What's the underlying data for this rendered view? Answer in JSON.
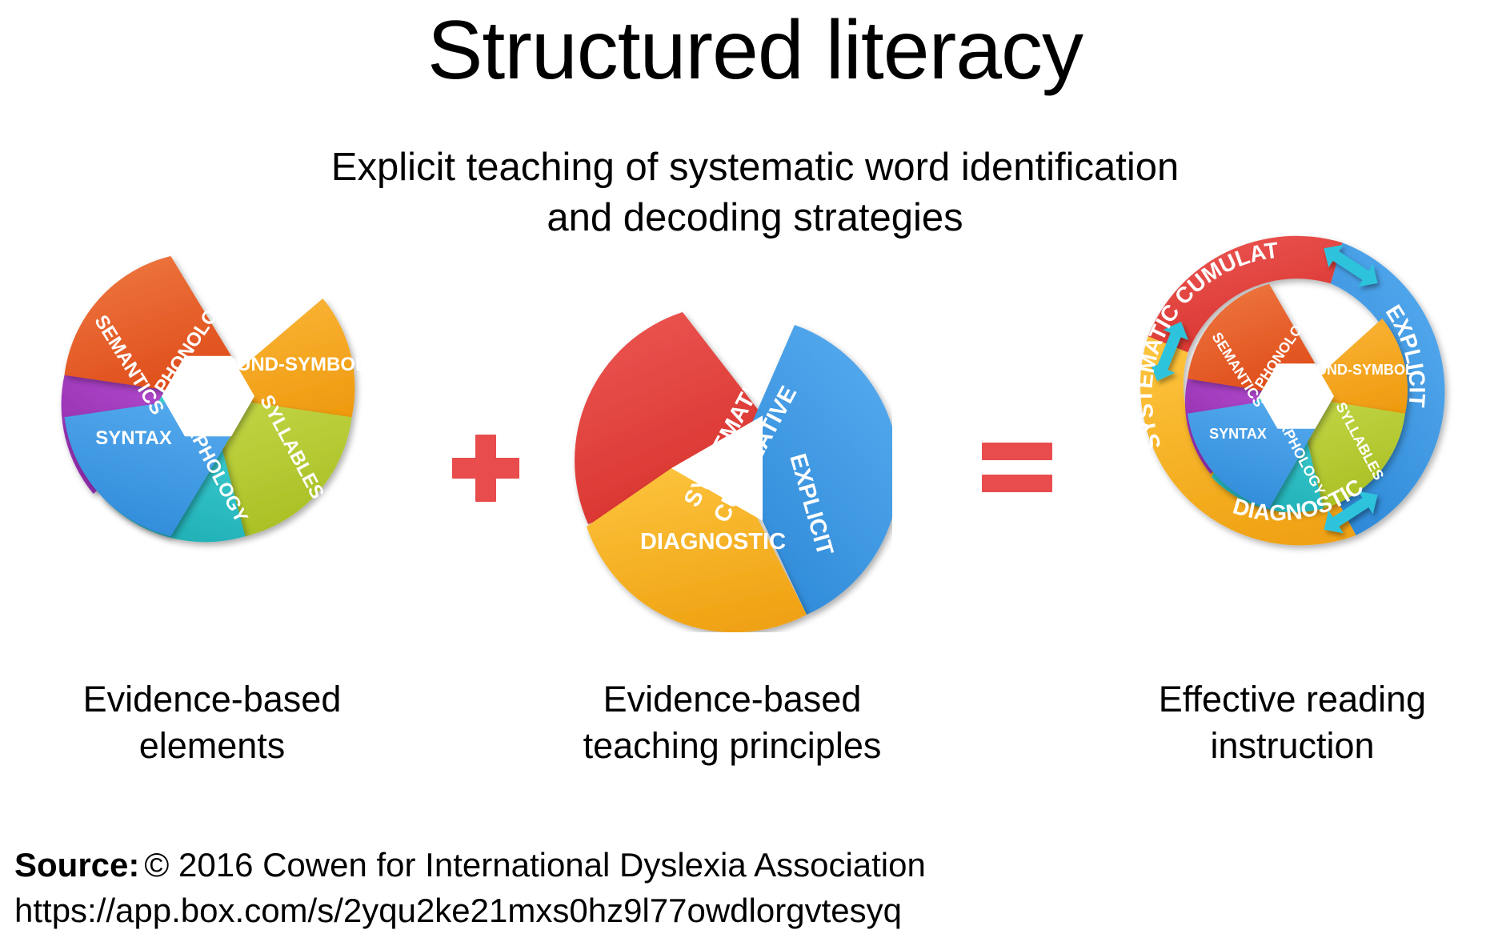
{
  "header": {
    "title": "Structured literacy",
    "subtitle_line1": "Explicit teaching of systematic word identification",
    "subtitle_line2": "and decoding strategies"
  },
  "operators": {
    "plus": "+",
    "equals": "=",
    "color": "#e84c4c"
  },
  "figures": [
    {
      "id": "evidence-based-elements",
      "caption_line1": "Evidence-based",
      "caption_line2": "elements",
      "type": "pinwheel-6",
      "segments": [
        {
          "label": "PHONOLOGY",
          "color": "#e8602c",
          "color_dark": "#d4481c"
        },
        {
          "label": "SOUND-SYMBOL",
          "color": "#f5a623",
          "color_dark": "#e08a0c"
        },
        {
          "label": "SYLLABLES",
          "color": "#b5ca36",
          "color_dark": "#9db021"
        },
        {
          "label": "MORPHOLOGY",
          "color": "#2cbfc4",
          "color_dark": "#1aa5ab"
        },
        {
          "label": "SYNTAX",
          "color": "#3d9ae8",
          "color_dark": "#2480d0"
        },
        {
          "label": "SEMANTICS",
          "color": "#a13bbe",
          "color_dark": "#8a2aa5"
        }
      ]
    },
    {
      "id": "evidence-based-teaching-principles",
      "caption_line1": "Evidence-based",
      "caption_line2": "teaching principles",
      "type": "pinwheel-3",
      "segments": [
        {
          "label": "SYSTEMATIC & CUMULATIVE",
          "label_line1": "SYSTEMATIC &",
          "label_line2": "CUMULATIVE",
          "color": "#e3443f",
          "color_dark": "#cc2f2a"
        },
        {
          "label": "EXPLICIT",
          "color": "#3d9ae8",
          "color_dark": "#2480d0"
        },
        {
          "label": "DIAGNOSTIC",
          "color": "#f9b227",
          "color_dark": "#e59a0d"
        }
      ]
    },
    {
      "id": "effective-reading-instruction",
      "caption_line1": "Effective reading",
      "caption_line2": "instruction",
      "type": "ring-plus-pinwheel",
      "ring_segments": [
        {
          "label": "SYSTEMATIC  CUMULATIVE",
          "color": "#e3443f",
          "color_dark": "#cc2f2a"
        },
        {
          "label": "EXPLICIT",
          "color": "#3d9ae8",
          "color_dark": "#2480d0"
        },
        {
          "label": "DIAGNOSTIC",
          "color": "#f9b227",
          "color_dark": "#e59a0d"
        }
      ],
      "inner_segments": [
        {
          "label": "PHONOLOGY",
          "color": "#e8602c"
        },
        {
          "label": "SOUND-SYMBOL",
          "color": "#f5a623"
        },
        {
          "label": "SYLLABLES",
          "color": "#b5ca36"
        },
        {
          "label": "MORPHOLOGY",
          "color": "#2cbfc4"
        },
        {
          "label": "SYNTAX",
          "color": "#3d9ae8"
        },
        {
          "label": "SEMANTICS",
          "color": "#a13bbe"
        }
      ],
      "arrow_color": "#2fc3dc",
      "arrow_count": 3
    }
  ],
  "footer": {
    "source_label": "Source:",
    "source_text": "© 2016 Cowen for International Dyslexia Association",
    "source_url": "https://app.box.com/s/2yqu2ke21mxs0hz9l77owdlorgvtesyq"
  }
}
